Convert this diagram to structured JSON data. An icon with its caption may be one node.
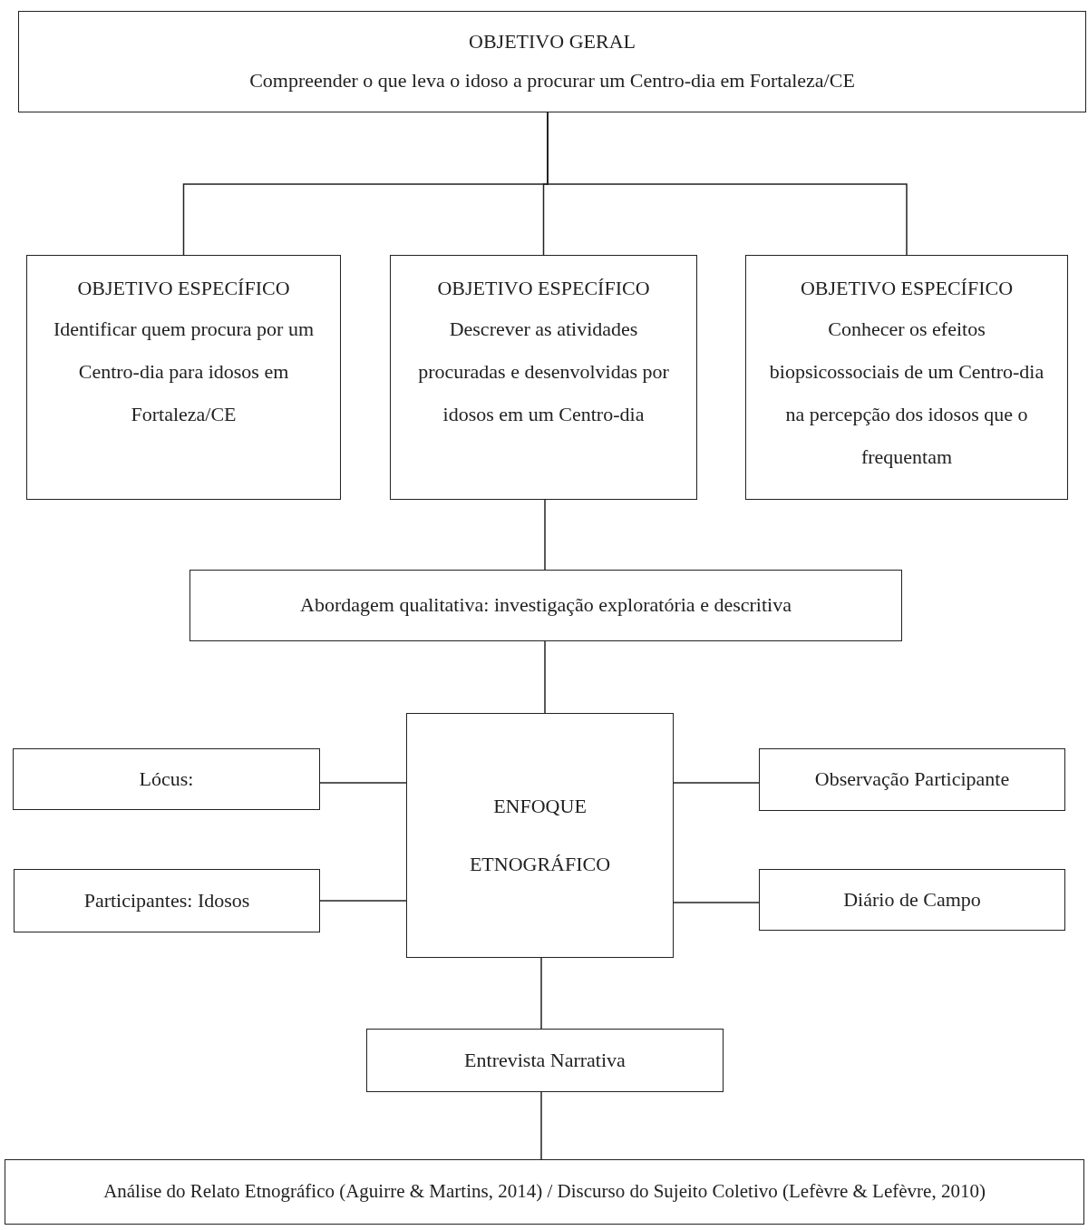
{
  "diagram": {
    "nodes": [
      {
        "text": [
          "OBJETIVO GERAL",
          "Compreender o que leva o idoso a procurar um Centro-dia em Fortaleza/CE"
        ]
      },
      {
        "text": [
          "OBJETIVO ESPECÍFICO",
          "Identificar quem procura por um Centro-dia para idosos em Fortaleza/CE"
        ]
      },
      {
        "text": [
          "OBJETIVO ESPECÍFICO",
          "Descrever as atividades procuradas e desenvolvidas por idosos em um Centro-dia"
        ]
      },
      {
        "text": [
          "OBJETIVO ESPECÍFICO",
          "Conhecer os efeitos biopsicossociais de um Centro-dia na percepção dos idosos que o frequentam"
        ]
      },
      {
        "text": [
          "Abordagem qualitativa: investigação exploratória e descritiva"
        ]
      },
      {
        "text": [
          "ENFOQUE ETNOGRÁFICO"
        ]
      },
      {
        "text": [
          "Lócus:"
        ]
      },
      {
        "text": [
          "Participantes: Idosos"
        ]
      },
      {
        "text": [
          "Observação Participante"
        ]
      },
      {
        "text": [
          "Diário de Campo"
        ]
      },
      {
        "text": [
          "Entrevista Narrativa"
        ]
      },
      {
        "text": [
          "Análise do Relato Etnográfico (Aguirre & Martins, 2014) / Discurso do Sujeito Coletivo (Lefèvre & Lefèvre, 2010)"
        ]
      }
    ],
    "edges": [
      {
        "from": 0,
        "to": 1,
        "arrow": "none"
      },
      {
        "from": 0,
        "to": 2,
        "arrow": "none"
      },
      {
        "from": 0,
        "to": 3,
        "arrow": "none"
      },
      {
        "from": 2,
        "to": 4,
        "arrow": "none"
      },
      {
        "from": 4,
        "to": 5,
        "arrow": "none"
      },
      {
        "from": 5,
        "to": 6,
        "arrow": "none"
      },
      {
        "from": 5,
        "to": 7,
        "arrow": "none"
      },
      {
        "from": 5,
        "to": 8,
        "arrow": "none"
      },
      {
        "from": 5,
        "to": 9,
        "arrow": "none"
      },
      {
        "from": 5,
        "to": 10,
        "arrow": "none"
      },
      {
        "from": 10,
        "to": 11,
        "arrow": "none"
      }
    ]
  }
}
